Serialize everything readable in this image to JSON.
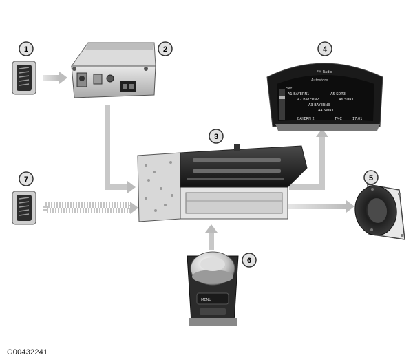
{
  "figure_id": "G00432241",
  "callouts": [
    "1",
    "2",
    "3",
    "4",
    "5",
    "6",
    "7"
  ],
  "screen": {
    "header": "FM Radio",
    "subheader": "Autostore",
    "set_label": "Set",
    "stations": [
      "A1 BAYERN1",
      "A5 SDR3",
      "A2 BAYERN2",
      "A6 SDR1",
      "A3 BAYERN3",
      "A4 SWR1"
    ],
    "status": [
      "BAYERN 2",
      "TMC",
      "17:01"
    ]
  },
  "colors": {
    "arrow": "#c9c9c9",
    "badge_fill": "#e2e2e2",
    "device_dark": "#2a2a2a",
    "device_light": "#cfcfcf"
  }
}
